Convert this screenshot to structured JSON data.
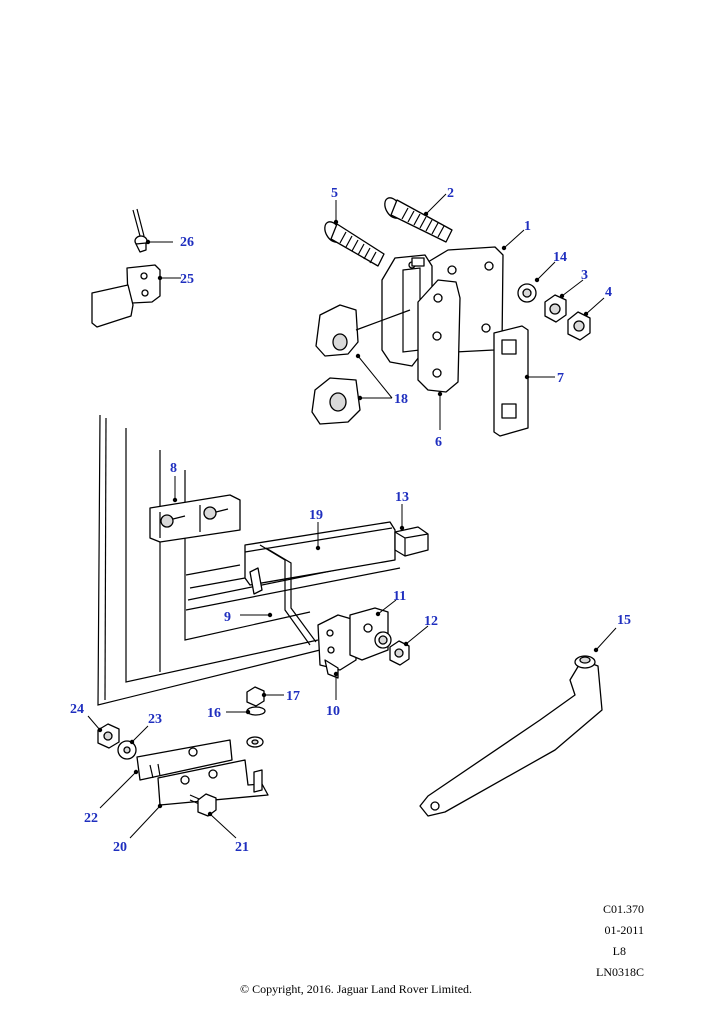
{
  "callouts": {
    "c1": "1",
    "c2": "2",
    "c3": "3",
    "c4": "4",
    "c5": "5",
    "c6": "6",
    "c7": "7",
    "c8": "8",
    "c9": "9",
    "c10": "10",
    "c11": "11",
    "c12": "12",
    "c13": "13",
    "c14": "14",
    "c15": "15",
    "c16": "16",
    "c17": "17",
    "c18": "18",
    "c19": "19",
    "c20": "20",
    "c21": "21",
    "c22": "22",
    "c23": "23",
    "c24": "24",
    "c25": "25",
    "c26": "26"
  },
  "reference": {
    "code": "C01.370",
    "date": "01-2011",
    "page": "L8",
    "illustration_id": "LN0318C"
  },
  "copyright": "© Copyright, 2016. Jaguar Land Rover Limited.",
  "colors": {
    "callout": "#1f2fbf",
    "line": "#000000",
    "background": "#ffffff"
  }
}
